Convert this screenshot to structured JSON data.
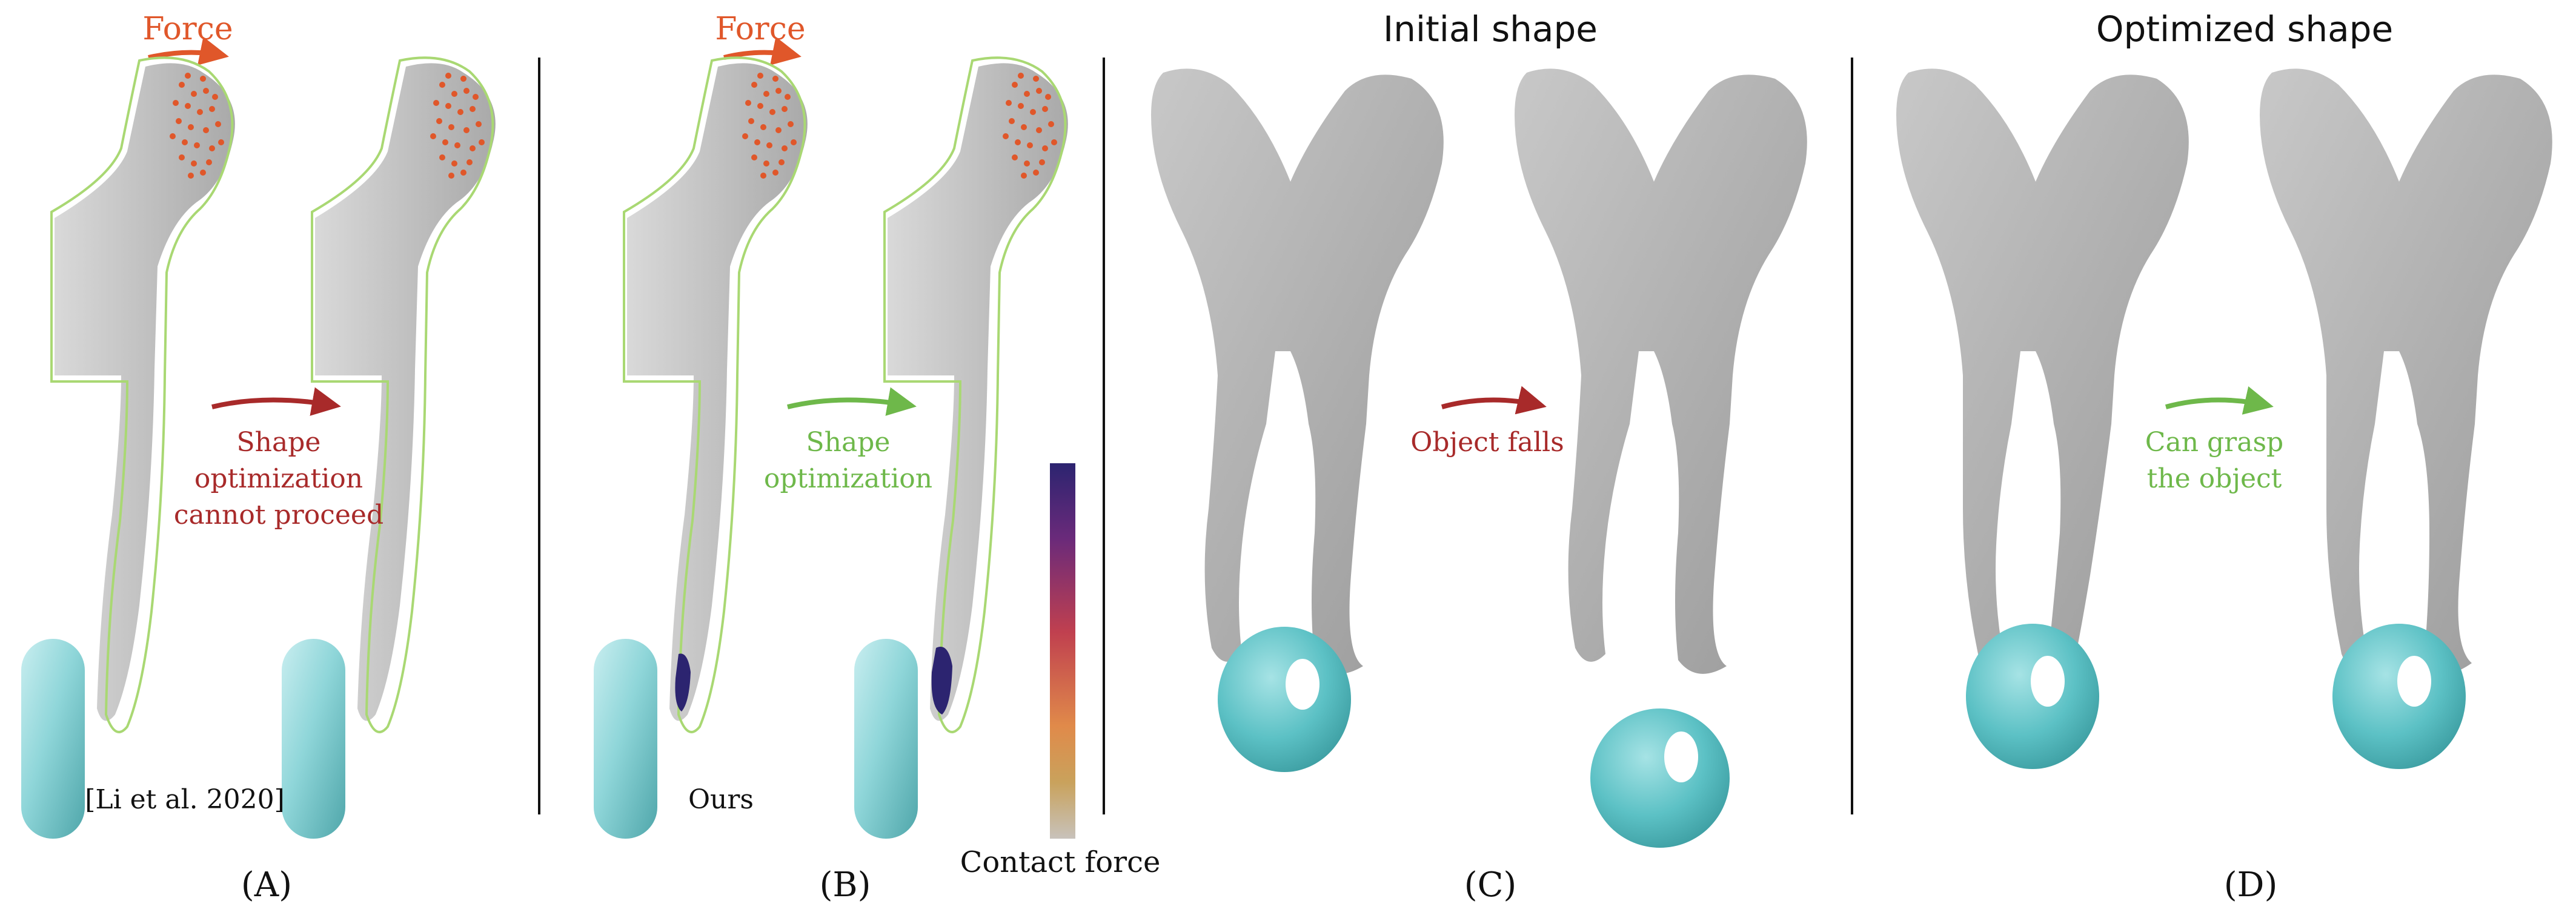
{
  "colors": {
    "force_orange": "#E0572A",
    "fail_red": "#A82A2A",
    "success_green": "#6EB84A",
    "shape_gray": "#BDBDBD",
    "outline_green": "#A9D873",
    "object_teal": "#63C4C7",
    "divider": "#111111"
  },
  "panel_a": {
    "force_label": "Force",
    "arrow_text_1": "Shape",
    "arrow_text_2": "optimization",
    "arrow_text_3": "cannot proceed",
    "citation": "[Li et al. 2020]",
    "caption": "(A)"
  },
  "panel_b": {
    "force_label": "Force",
    "arrow_text_1": "Shape",
    "arrow_text_2": "optimization",
    "method_label": "Ours",
    "colorbar_label": "Contact force",
    "caption": "(B)"
  },
  "panel_c": {
    "title": "Initial shape",
    "arrow_text": "Object falls",
    "caption": "(C)"
  },
  "panel_d": {
    "title": "Optimized shape",
    "arrow_text_1": "Can grasp",
    "arrow_text_2": "the object",
    "caption": "(D)"
  }
}
